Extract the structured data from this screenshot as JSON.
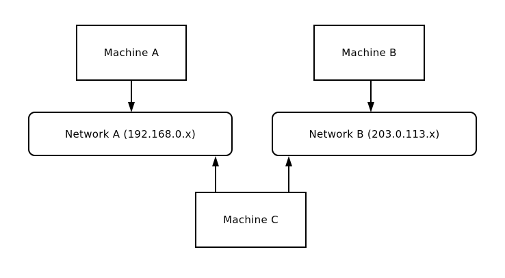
{
  "diagram": {
    "type": "network-topology",
    "background_color": "#ffffff",
    "stroke_color": "#000000",
    "node_fill_color": "#ffffff",
    "text_color": "#000000",
    "nodes": {
      "machine_a": {
        "label": "Machine A",
        "shape": "rectangle"
      },
      "machine_b": {
        "label": "Machine B",
        "shape": "rectangle"
      },
      "network_a": {
        "label": "Network A (192.168.0.x)",
        "shape": "rounded-rectangle"
      },
      "network_b": {
        "label": "Network B (203.0.113.x)",
        "shape": "rounded-rectangle"
      },
      "machine_c": {
        "label": "Machine C",
        "shape": "rectangle"
      }
    },
    "edges": [
      {
        "from": "Machine A",
        "to": "Network A (192.168.0.x)",
        "direction": "down"
      },
      {
        "from": "Machine B",
        "to": "Network B (203.0.113.x)",
        "direction": "down"
      },
      {
        "from": "Machine C",
        "to": "Network A (192.168.0.x)",
        "direction": "up"
      },
      {
        "from": "Machine C",
        "to": "Network B (203.0.113.x)",
        "direction": "up"
      }
    ]
  }
}
